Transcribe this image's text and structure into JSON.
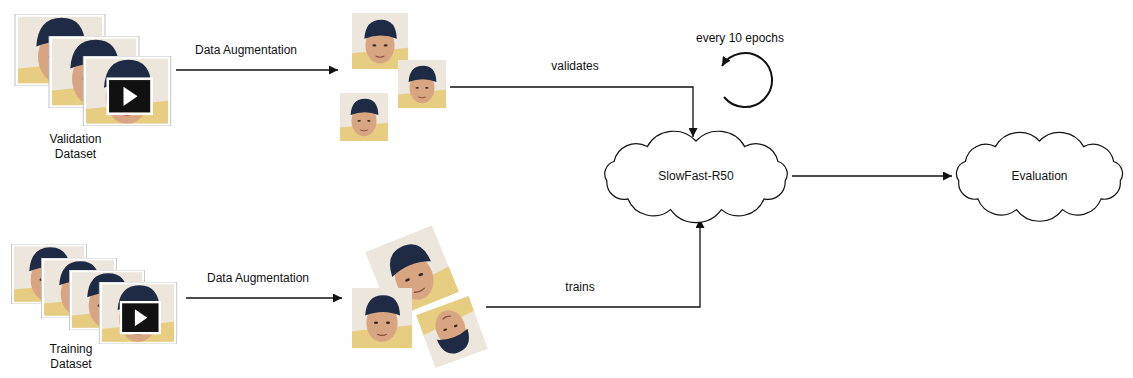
{
  "diagram": {
    "nodes": [
      {
        "text": [
          "Validation Dataset"
        ]
      },
      {
        "text": [
          "Training Dataset"
        ]
      },
      {
        "text": [
          "SlowFast-R50"
        ]
      },
      {
        "text": [
          "Evaluation"
        ]
      }
    ],
    "edges": [
      {
        "from": 2,
        "to": 3,
        "arrow": "to"
      }
    ],
    "labels": [
      "Data Augmentation",
      "validates",
      "every 10 epochs",
      "Data Augmentation",
      "trains"
    ]
  }
}
